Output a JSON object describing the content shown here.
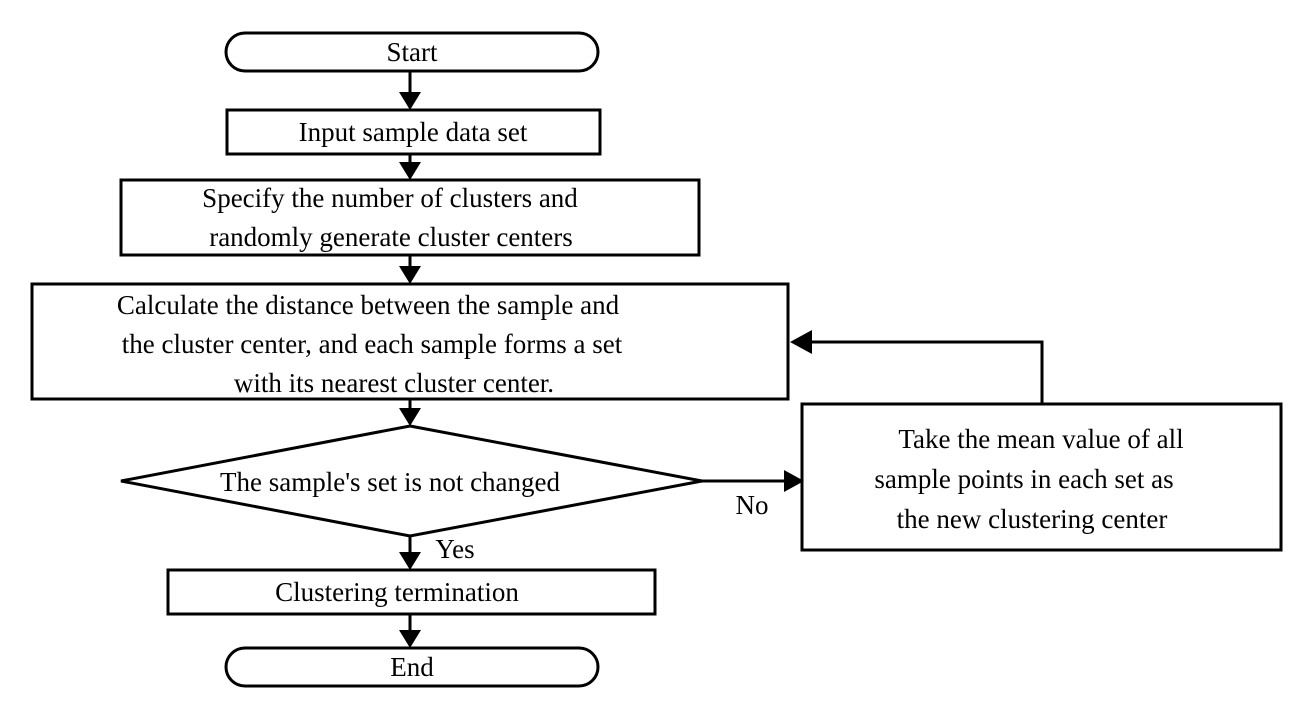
{
  "nodes": {
    "start": "Start",
    "input": "Input sample data set",
    "specify": [
      "Specify the number of clusters and",
      "randomly generate cluster centers"
    ],
    "calculate": [
      "Calculate the distance between the sample and",
      "the cluster center, and each sample forms a set",
      "with its nearest cluster center."
    ],
    "decision": "The sample's set is not changed",
    "update": [
      "Take the mean value of all",
      "sample points in each set as",
      "the new clustering center"
    ],
    "terminate": "Clustering termination",
    "end": "End"
  },
  "edges": {
    "no": "No",
    "yes": "Yes"
  }
}
